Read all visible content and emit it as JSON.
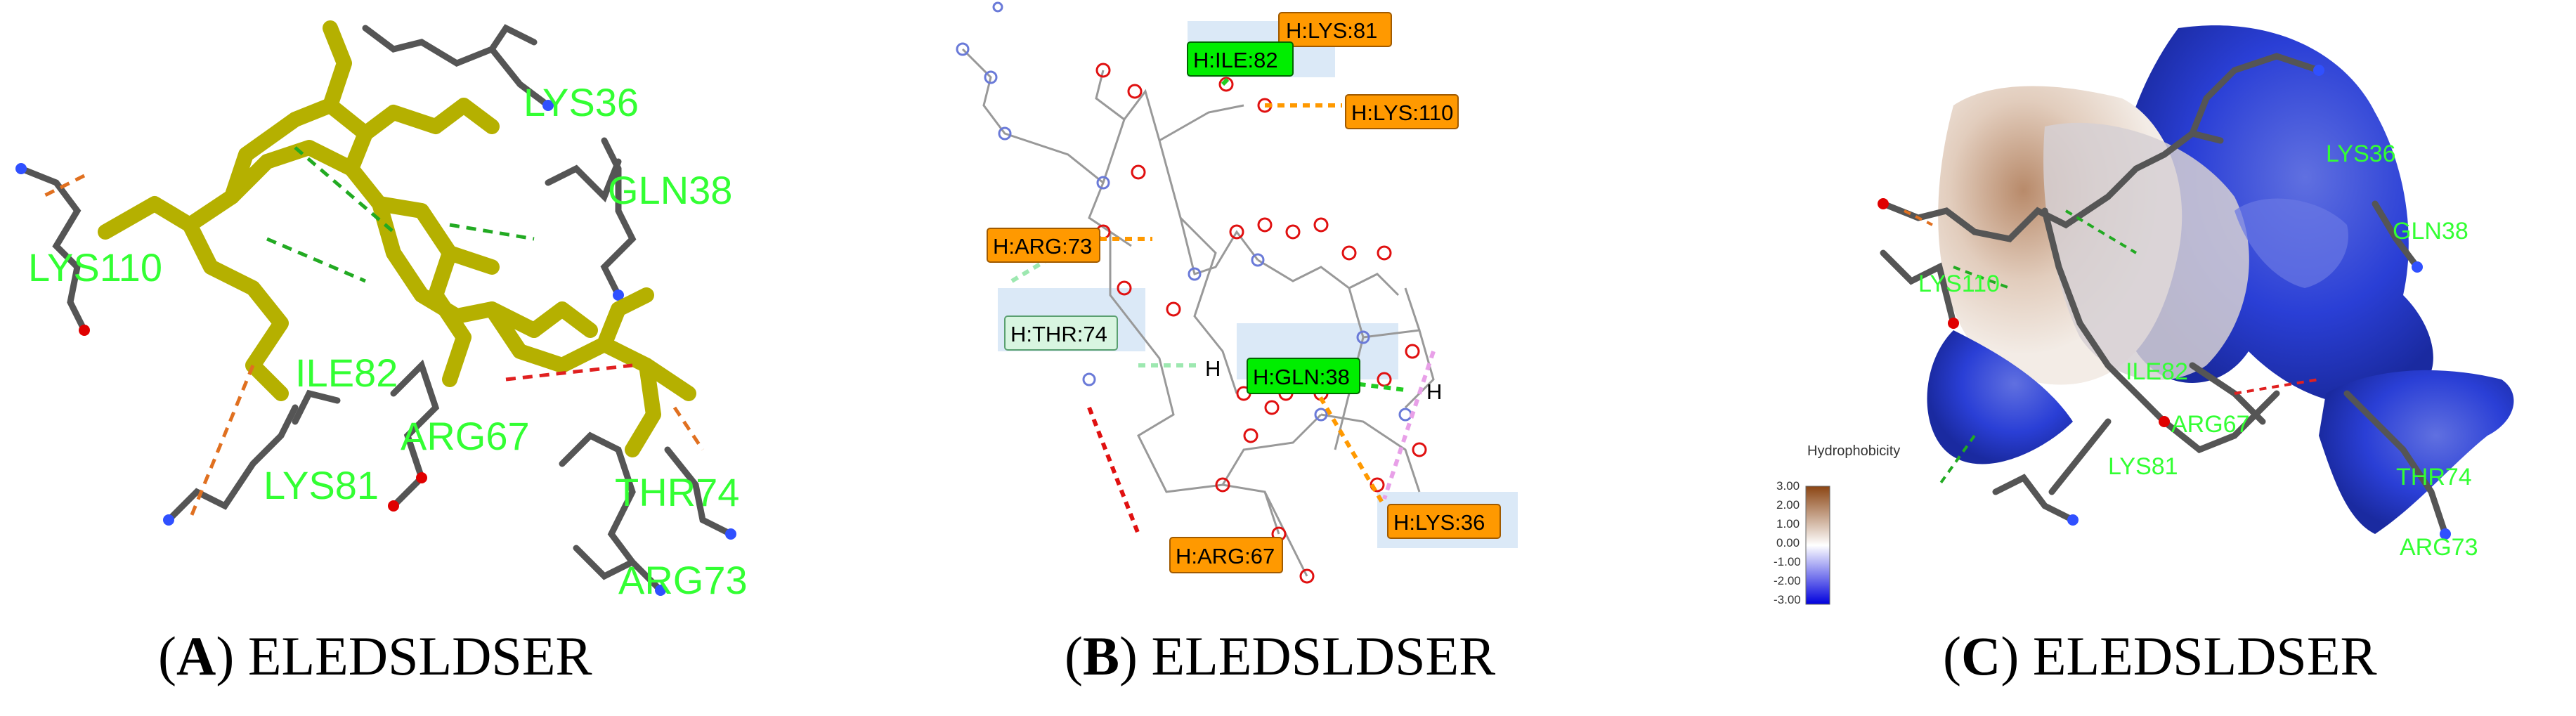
{
  "panels": [
    {
      "id": "A",
      "letter": "A",
      "caption": "ELEDSLDSER",
      "residue_labels": [
        "LYS36",
        "GLN38",
        "LYS110",
        "ILE82",
        "ARG67",
        "LYS81",
        "THR74",
        "ARG73"
      ]
    },
    {
      "id": "B",
      "letter": "B",
      "caption": "ELEDSLDSER",
      "interaction_tags": [
        {
          "text": "H:LYS:81",
          "kind": "orange"
        },
        {
          "text": "H:ILE:82",
          "kind": "green"
        },
        {
          "text": "H:LYS:110",
          "kind": "orange"
        },
        {
          "text": "H:ARG:73",
          "kind": "orange"
        },
        {
          "text": "H:THR:74",
          "kind": "pale"
        },
        {
          "text": "H:GLN:38",
          "kind": "green"
        },
        {
          "text": "H:LYS:36",
          "kind": "orange"
        },
        {
          "text": "H:ARG:67",
          "kind": "orange"
        }
      ],
      "atom_glyphs": [
        "H",
        "H"
      ]
    },
    {
      "id": "C",
      "letter": "C",
      "caption": "ELEDSLDSER",
      "residue_labels": [
        "LYS36",
        "GLN38",
        "LYS110",
        "ILE82",
        "ARG67",
        "LYS81",
        "THR74",
        "ARG73"
      ],
      "legend": {
        "title": "Hydrophobicity",
        "ticks": [
          "3.00",
          "2.00",
          "1.00",
          "0.00",
          "-1.00",
          "-2.00",
          "-3.00"
        ],
        "colors": {
          "high": "#8b4513",
          "mid": "#ffffff",
          "low": "#0000dd"
        }
      }
    }
  ],
  "colors": {
    "ligand_stick": "#b5b000",
    "residue_label": "#33ff33",
    "hbond_green": "#22aa22",
    "hbond_orange": "#e07020",
    "tag_orange": "#ff9900",
    "tag_green": "#00ee00",
    "tag_pale": "#d8f5e0",
    "surface_blue": "#2a3fd6",
    "surface_brown": "#c8a890"
  }
}
